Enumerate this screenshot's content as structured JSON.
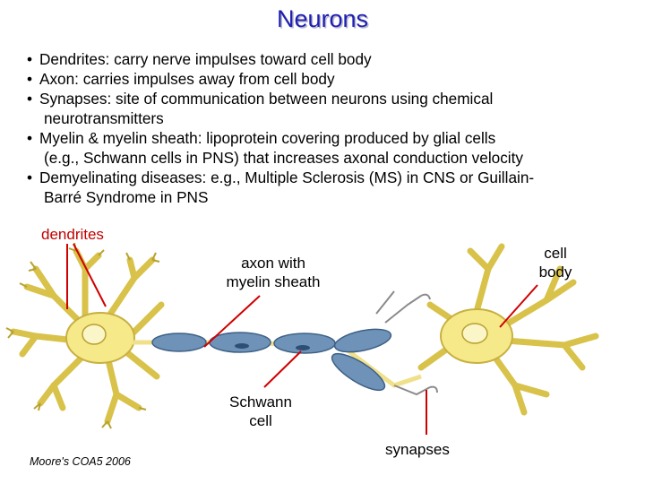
{
  "slide": {
    "title": "Neurons",
    "bullets": [
      {
        "text": "Dendrites: carry nerve impulses toward cell body",
        "cont": ""
      },
      {
        "text": "Axon: carries impulses away from cell body",
        "cont": ""
      },
      {
        "text": "Synapses: site of communication between neurons using chemical",
        "cont": "neurotransmitters"
      },
      {
        "text": "Myelin & myelin sheath: lipoprotein covering produced by glial cells",
        "cont": "(e.g., Schwann cells in PNS) that increases axonal conduction velocity"
      },
      {
        "text": "Demyelinating diseases: e.g., Multiple Sclerosis (MS) in CNS or Guillain-",
        "cont": "Barré Syndrome in PNS"
      }
    ]
  },
  "figure": {
    "labels": {
      "dendrites": "dendrites",
      "axon_line1": "axon with",
      "axon_line2": "myelin sheath",
      "cell_body_line1": "cell",
      "cell_body_line2": "body",
      "schwann_line1": "Schwann",
      "schwann_line2": "cell",
      "synapses": "synapses"
    },
    "credit": "Moore's COA5 2006",
    "colors": {
      "title": "#1f1fb4",
      "dendrites_label": "#c00000",
      "pointer_lines": "#d00000",
      "cell_fill": "#f6e98a",
      "myelin_fill": "#6f93b8",
      "nucleus_fill": "#fbf6c8"
    }
  }
}
